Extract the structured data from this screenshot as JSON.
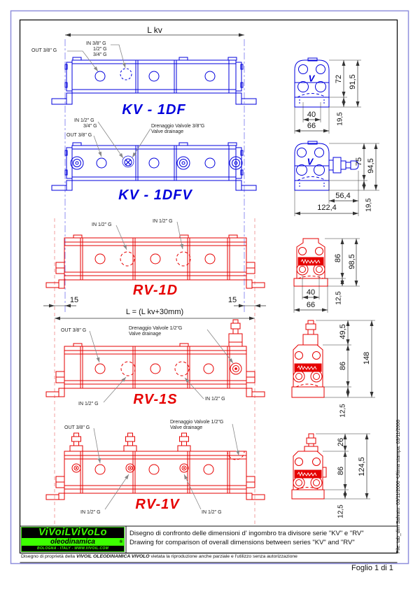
{
  "page": {
    "footer": "Foglio 1 di 1",
    "file_info": "File: tab_dim  Salvato: 03/11/2006 -Ultima stampa: 03/11/2006"
  },
  "title_block": {
    "title_it": "Disegno di confronto delle dimensioni d' ingombro tra divisore  serie \"KV\" e  \"RV\"",
    "title_en": "Drawing for comparison of overall dimensions between series \"KV\" and \"RV\""
  },
  "property_note": {
    "prefix": "Disegno di proprietà della ",
    "company": "VIVOIL OLEODINAMICA VIVOLO",
    "suffix": " vietata la riproduzione anche parziale e l'utilizzo senza autorizzazione"
  },
  "logo": {
    "line1": "ViVoiLViVoLo",
    "line2": "oleodinamica",
    "line3": "BOLOGNA - ITALY - WWW.VIVOIL.COM",
    "reg": "®"
  },
  "overall_dim": {
    "l_kv": "L kv",
    "l_total": "L = (L kv+30mm)",
    "offset_left": "15",
    "offset_right": "15"
  },
  "models": {
    "kv1df": {
      "label": "KV - 1DF",
      "ports": {
        "out": "OUT 3/8\" G",
        "in_line1": "IN  3/8\" G",
        "in_line2": "1/2\" G",
        "in_line3": "3/4\" G"
      },
      "side_dims": {
        "body_h": "72",
        "total_h": "91,5",
        "bolt_w": "40",
        "total_w": "66",
        "foot_h": "19,5"
      },
      "logo_glyph": "V"
    },
    "kv1dfv": {
      "label": "KV - 1DFV",
      "ports": {
        "in_line1": "IN  1/2\" G",
        "in_line2": "3/4\" G",
        "out": "OUT 3/8\" G",
        "drain_line1": "Drenaggio Valvole 3/8\"G",
        "drain_line2": "Valve drainage"
      },
      "side_dims": {
        "body_h": "75",
        "total_h": "94,5",
        "valve_w": "56,4",
        "total_w": "122,4",
        "foot_h": "19,5"
      },
      "logo_glyph": "V"
    },
    "rv1d": {
      "label": "RV-1D",
      "ports": {
        "in1": "IN 1/2\" G",
        "in2": "IN 1/2\" G"
      },
      "side_dims": {
        "body_h": "86",
        "total_h": "98,5",
        "bolt_w": "40",
        "total_w": "66",
        "foot_h": "12,5"
      }
    },
    "rv1s": {
      "label": "RV-1S",
      "ports": {
        "out": "OUT 3/8\" G",
        "drain_line1": "Drenaggio Valvole 1/2\"G",
        "drain_line2": "Valve drainage",
        "in1": "IN 1/2\" G",
        "in2": "IN 1/2\" G"
      },
      "side_dims": {
        "valve_h": "49,5",
        "body_h": "86",
        "total_h": "148",
        "foot_h": "12,5"
      }
    },
    "rv1v": {
      "label": "RV-1V",
      "ports": {
        "out": "OUT 3/8\" G",
        "drain_line1": "Drenaggio Valvole 1/2\"G",
        "drain_line2": "Valve drainage",
        "in1": "IN 1/2\" G",
        "in2": "IN 1/2\" G"
      },
      "side_dims": {
        "valve_h": "26",
        "body_h": "86",
        "total_h": "124,5",
        "foot_h": "12,5"
      }
    }
  },
  "colors": {
    "kv_blue": "#0000dd",
    "rv_red": "#e60000",
    "dim_line": "#333333",
    "leader": "#888888",
    "frame_purple": "#8f8fdd",
    "logo_green": "#3dff00"
  }
}
